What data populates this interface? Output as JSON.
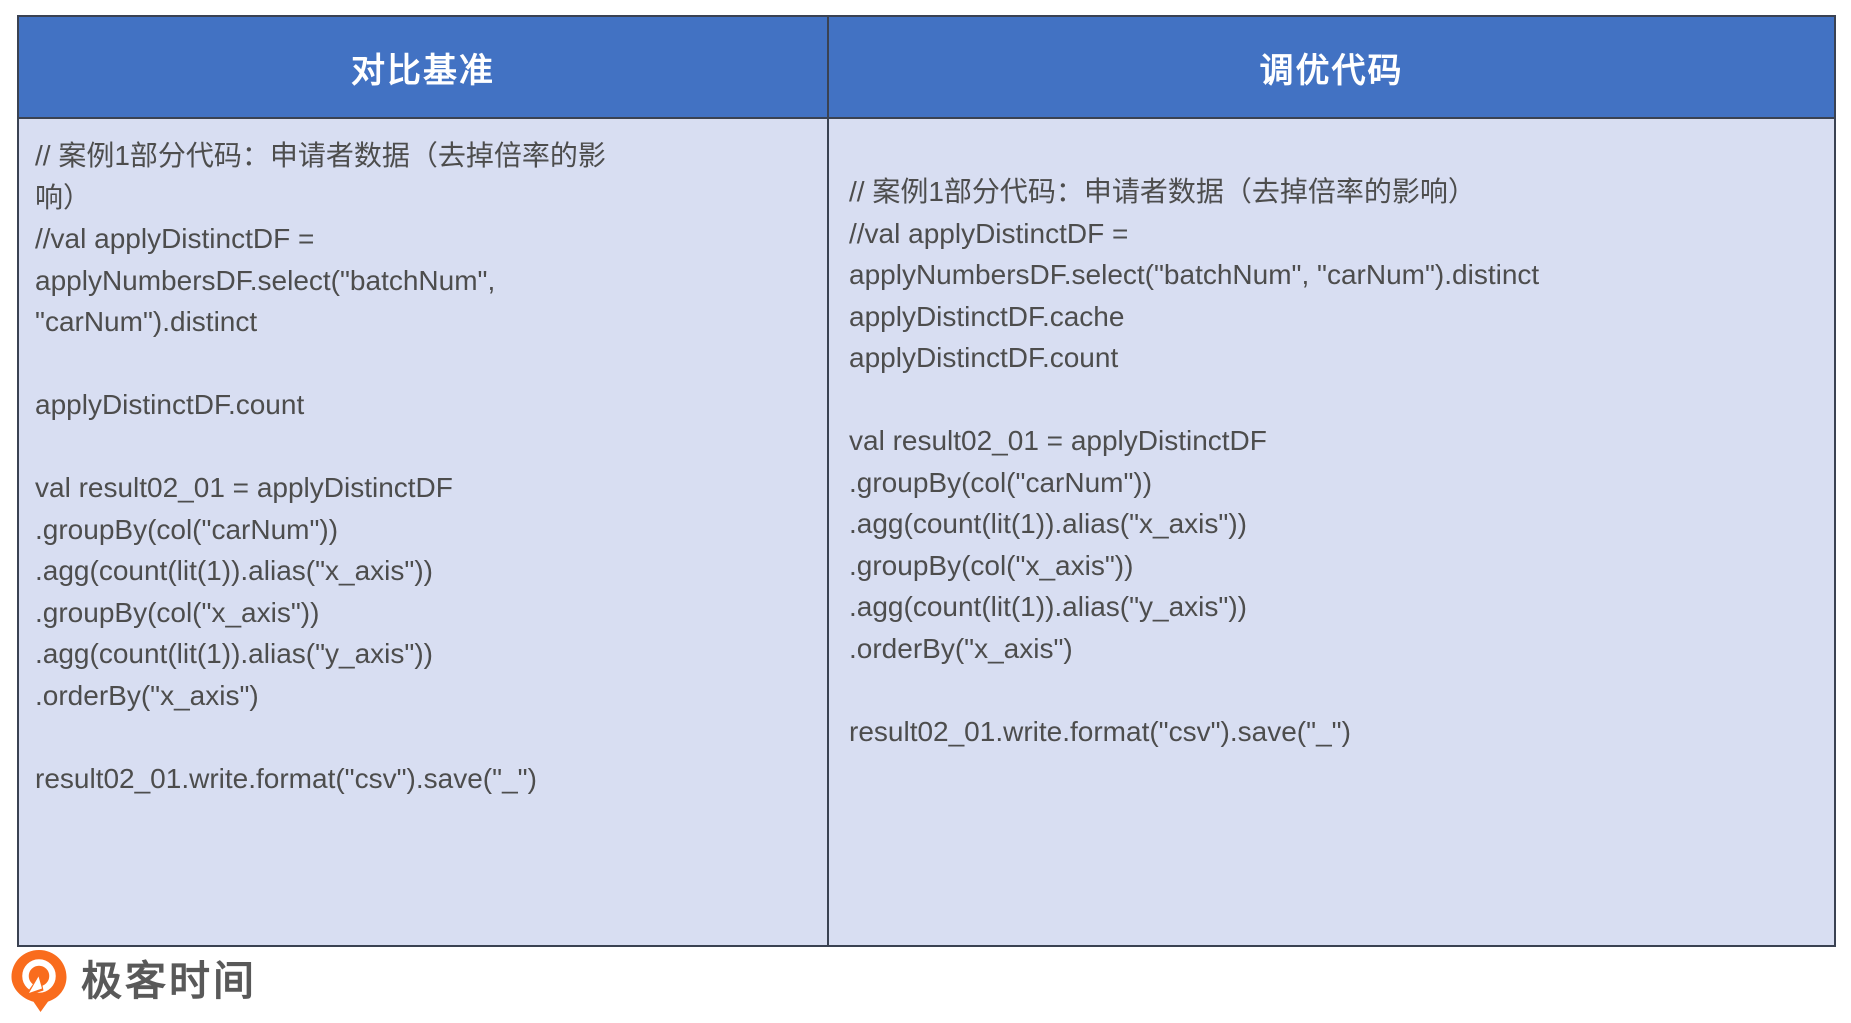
{
  "table": {
    "columns": [
      {
        "header": "对比基准",
        "code_lines": [
          "// 案例1部分代码：申请者数据（去掉倍率的影",
          "响）",
          "//val applyDistinctDF =",
          "applyNumbersDF.select(\"batchNum\",",
          "\"carNum\").distinct",
          "",
          "applyDistinctDF.count",
          "",
          "val result02_01 = applyDistinctDF",
          ".groupBy(col(\"carNum\"))",
          ".agg(count(lit(1)).alias(\"x_axis\"))",
          ".groupBy(col(\"x_axis\"))",
          ".agg(count(lit(1)).alias(\"y_axis\"))",
          ".orderBy(\"x_axis\")",
          "",
          "result02_01.write.format(\"csv\").save(\"_\")"
        ]
      },
      {
        "header": "调优代码",
        "code_lines": [
          "// 案例1部分代码：申请者数据（去掉倍率的影响）",
          "//val applyDistinctDF =",
          "applyNumbersDF.select(\"batchNum\", \"carNum\").distinct",
          "applyDistinctDF.cache",
          "applyDistinctDF.count",
          "",
          "val result02_01 = applyDistinctDF",
          ".groupBy(col(\"carNum\"))",
          ".agg(count(lit(1)).alias(\"x_axis\"))",
          ".groupBy(col(\"x_axis\"))",
          ".agg(count(lit(1)).alias(\"y_axis\"))",
          ".orderBy(\"x_axis\")",
          "",
          "result02_01.write.format(\"csv\").save(\"_\")"
        ]
      }
    ]
  },
  "footer": {
    "logo_text": "极客时间"
  },
  "colors": {
    "header_bg": "#4272C3",
    "header_text": "#FFFFFF",
    "body_bg": "#D8DEF2",
    "body_text": "#4D4D4D",
    "border": "#3A4252",
    "logo_orange": "#F96C1D",
    "logo_text": "#595959"
  }
}
